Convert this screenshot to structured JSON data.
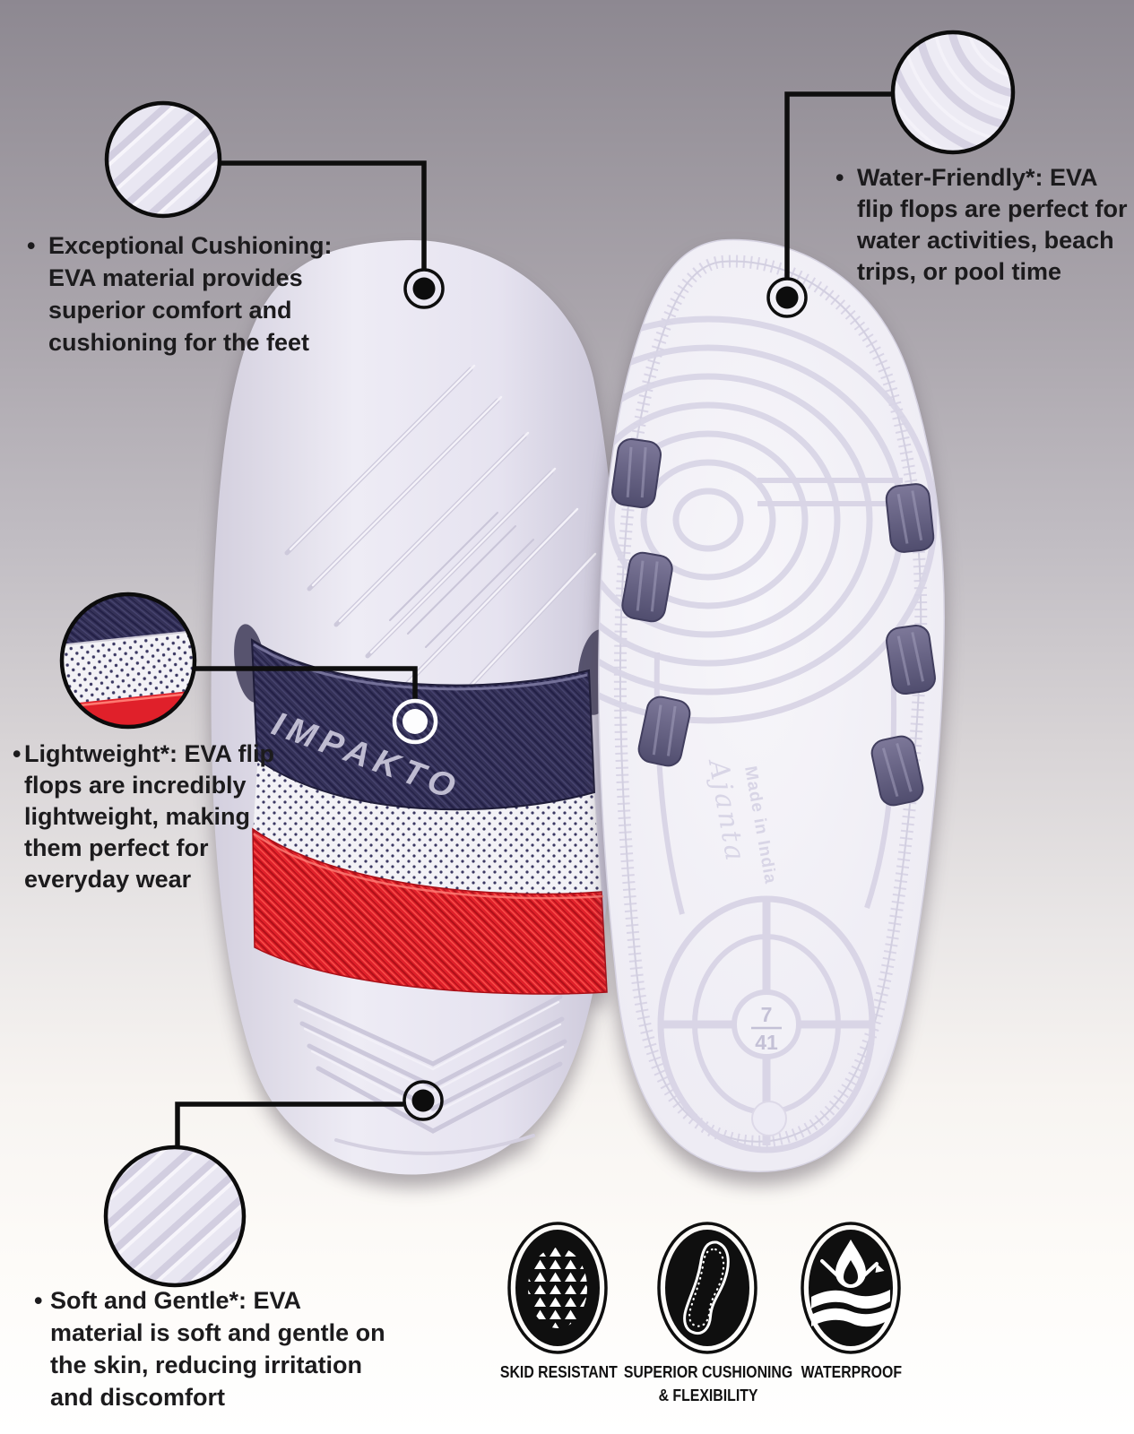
{
  "callouts": [
    {
      "id": "exceptional-cushioning",
      "bullet": "•",
      "text": "Exceptional Cushioning: EVA material provides superior comfort and cushioning for the feet",
      "lines": [
        "Exceptional Cushioning:",
        "EVA material provides",
        "superior comfort and",
        "cushioning for the feet"
      ]
    },
    {
      "id": "water-friendly",
      "bullet": "•",
      "text": "Water-Friendly*: EVA flip flops are perfect for water activities, beach trips, or pool time",
      "lines": [
        "Water-Friendly*: EVA",
        "flip flops are perfect for",
        "water activities, beach",
        "trips, or pool time"
      ]
    },
    {
      "id": "lightweight",
      "bullet": "•",
      "text": "Lightweight*: EVA flip flops are incredibly lightweight, making them perfect for everyday wear",
      "lines": [
        "Lightweight*: EVA flip",
        "flops are incredibly",
        "lightweight, making",
        "them perfect for",
        "everyday wear"
      ]
    },
    {
      "id": "soft-and-gentle",
      "bullet": "•",
      "text": "Soft and Gentle*: EVA material is soft and gentle on the skin, reducing irritation and discomfort",
      "lines": [
        "Soft and Gentle*: EVA",
        "material is soft and gentle on",
        "the skin, reducing irritation",
        "and discomfort"
      ]
    }
  ],
  "product": {
    "brand_logo": "IMPAKTO",
    "sole_maker": "Ajanta",
    "sole_origin": "Made in India",
    "size_uk": "7",
    "size_eu": "41"
  },
  "features": [
    {
      "name": "skid-resistant",
      "label_lines": [
        "SKID RESISTANT"
      ]
    },
    {
      "name": "superior-cushioning-flexibility",
      "label_lines": [
        "SUPERIOR CUSHIONING",
        "& FLEXIBILITY"
      ]
    },
    {
      "name": "waterproof",
      "label_lines": [
        "WATERPROOF"
      ]
    }
  ],
  "colors": {
    "strap_navy": "#34315a",
    "strap_red": "#e0202a",
    "footbed_light": "#e6e4ef",
    "sole_white": "#f2f1f7",
    "icon_black": "#0f0f0f",
    "text_black": "#1c1b1d",
    "background_top": "#8d8891",
    "background_bottom": "#ffffff"
  }
}
